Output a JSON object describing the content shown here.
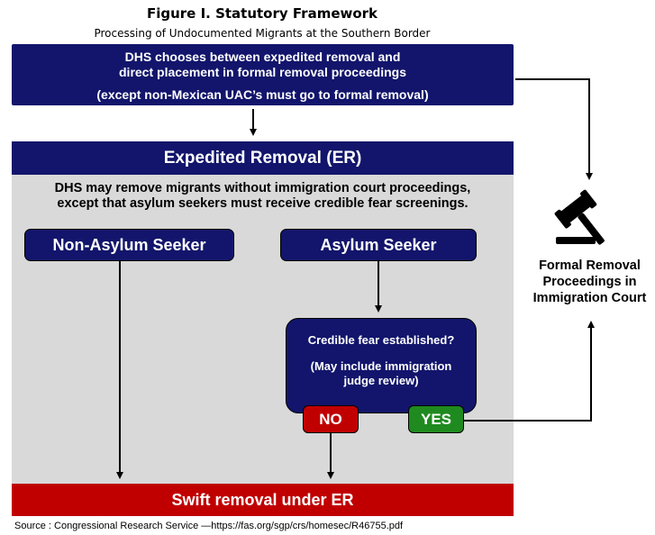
{
  "figure": {
    "title": "Figure I. Statutory Framework",
    "subtitle": "Processing of Undocumented Migrants at the Southern Border"
  },
  "dhs_box": {
    "line1": "DHS chooses between expedited removal and",
    "line2": "direct placement in formal removal proceedings",
    "line3": "(except non-Mexican UAC’s must go to formal removal)"
  },
  "expedited_removal": {
    "header": "Expedited Removal (ER)",
    "desc_line1": "DHS may remove migrants without immigration court proceedings,",
    "desc_line2": "except that asylum seekers must receive credible fear screenings.",
    "non_asylum_label": "Non-Asylum Seeker",
    "asylum_label": "Asylum Seeker",
    "credible_fear_question": "Credible fear established?",
    "credible_fear_note_line1": "(May include immigration",
    "credible_fear_note_line2": "judge review)",
    "no_label": "NO",
    "yes_label": "YES",
    "swift_removal": "Swift removal under ER"
  },
  "formal_removal": {
    "line1": "Formal Removal",
    "line2": "Proceedings in",
    "line3": "Immigration Court",
    "icon": "gavel-icon"
  },
  "source": "Source : Congressional Research Service —https://fas.org/sgp/crs/homesec/R46755.pdf",
  "colors": {
    "navy": "#12156b",
    "red": "#c00000",
    "green": "#1f8a1f",
    "panel_gray": "#d9d9d9"
  }
}
